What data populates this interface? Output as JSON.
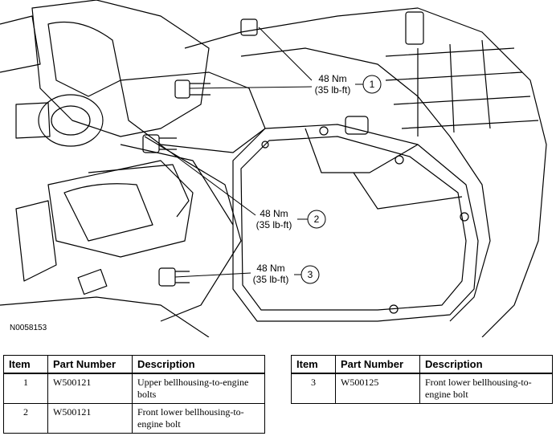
{
  "figure": {
    "id": "N0058153",
    "callouts": [
      {
        "torque_nm": "48 Nm",
        "torque_lbft": "(35 lb-ft)",
        "number": "1"
      },
      {
        "torque_nm": "48 Nm",
        "torque_lbft": "(35 lb-ft)",
        "number": "2"
      },
      {
        "torque_nm": "48 Nm",
        "torque_lbft": "(35 lb-ft)",
        "number": "3"
      }
    ]
  },
  "table": {
    "headers": {
      "item": "Item",
      "part_number": "Part Number",
      "description": "Description"
    },
    "left_rows": [
      {
        "item": "1",
        "part_number": "W500121",
        "description": "Upper bellhousing-to-engine bolts"
      },
      {
        "item": "2",
        "part_number": "W500121",
        "description": "Front lower bellhousing-to-engine bolt"
      }
    ],
    "right_rows": [
      {
        "item": "3",
        "part_number": "W500125",
        "description": "Front lower bellhousing-to-engine bolt"
      }
    ]
  }
}
